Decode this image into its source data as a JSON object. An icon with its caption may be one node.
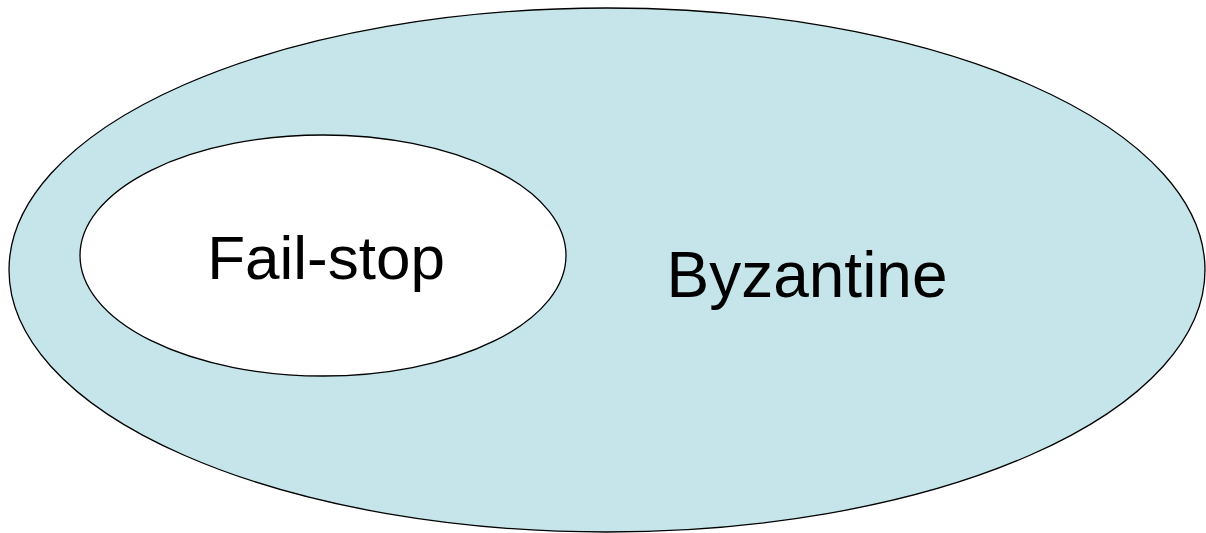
{
  "diagram": {
    "nodes": [
      {
        "text": [
          "Byzantine"
        ]
      },
      {
        "text": [
          "Fail-stop"
        ],
        "in": 0
      }
    ]
  }
}
